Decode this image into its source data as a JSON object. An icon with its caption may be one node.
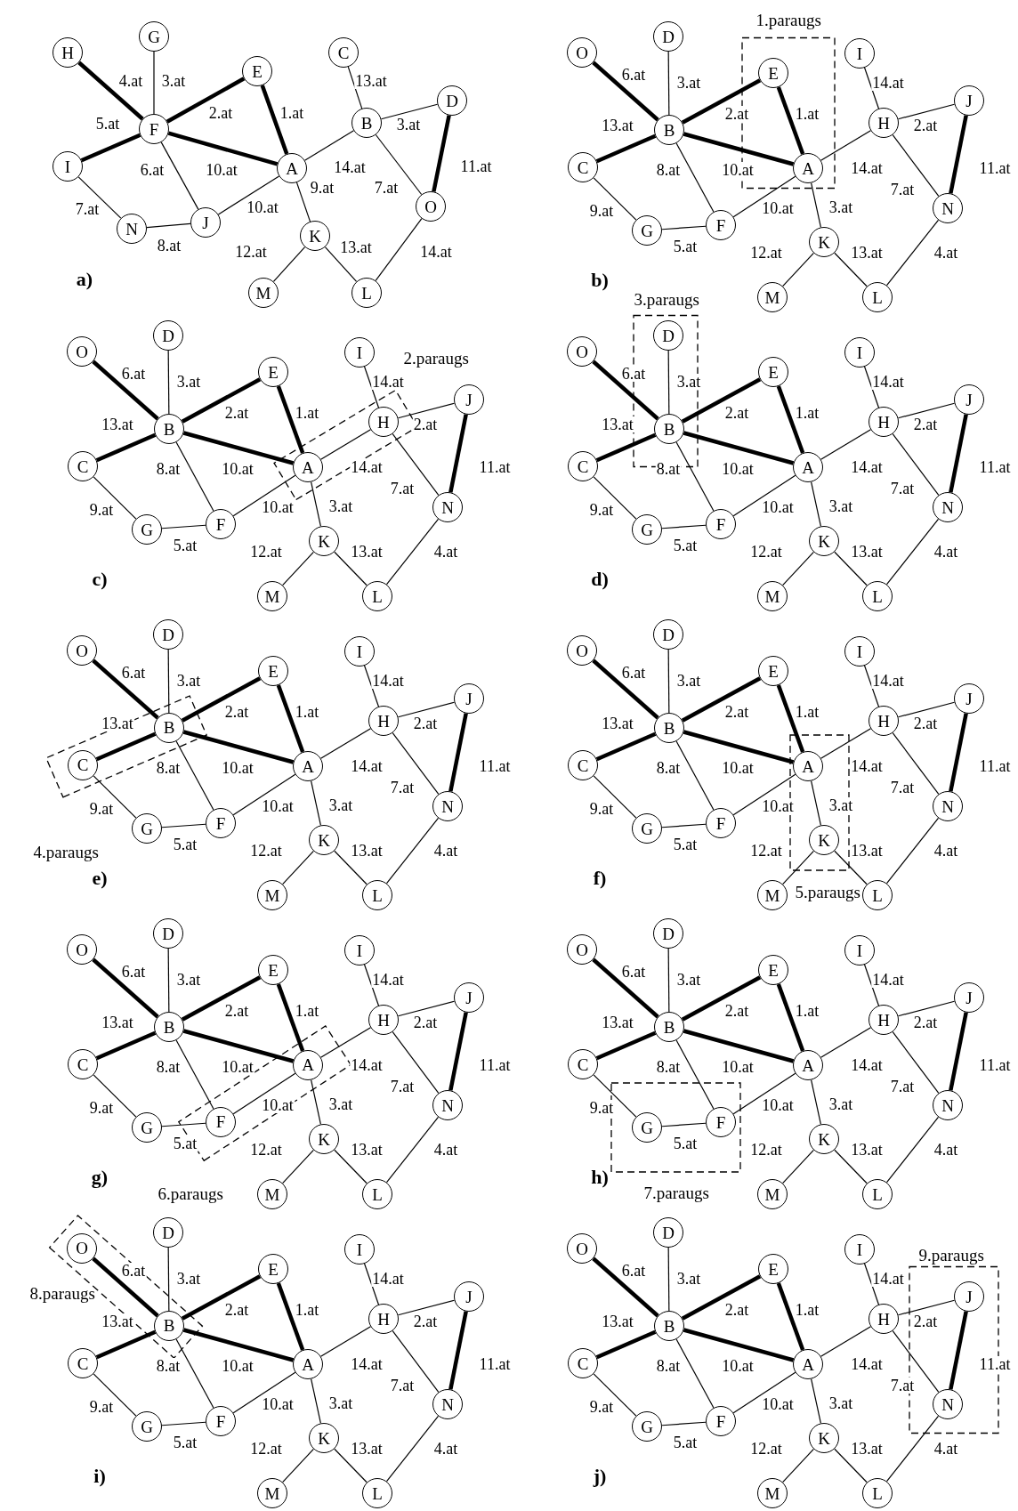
{
  "diagram": {
    "nodes": [
      {
        "text": [
          "G"
        ]
      },
      {
        "text": [
          "H"
        ]
      },
      {
        "text": [
          "C"
        ]
      },
      {
        "text": [
          "E"
        ]
      },
      {
        "text": [
          "D"
        ]
      },
      {
        "text": [
          "F"
        ]
      },
      {
        "text": [
          "B"
        ]
      },
      {
        "text": [
          "I"
        ]
      },
      {
        "text": [
          "A"
        ]
      },
      {
        "text": [
          "O"
        ]
      },
      {
        "text": [
          "N"
        ]
      },
      {
        "text": [
          "J"
        ]
      },
      {
        "text": [
          "K"
        ]
      },
      {
        "text": [
          "M"
        ]
      },
      {
        "text": [
          "L"
        ]
      },
      {
        "text": [
          "1.paraugs"
        ]
      },
      {
        "text": [
          "D"
        ]
      },
      {
        "text": [
          "O"
        ]
      },
      {
        "text": [
          "I"
        ]
      },
      {
        "text": [
          "E"
        ],
        "in": 15
      },
      {
        "text": [
          "B"
        ]
      },
      {
        "text": [
          "H"
        ]
      },
      {
        "text": [
          "J"
        ]
      },
      {
        "text": [
          "C"
        ]
      },
      {
        "text": [
          "A"
        ],
        "in": 15
      },
      {
        "text": [
          "G"
        ]
      },
      {
        "text": [
          "F"
        ]
      },
      {
        "text": [
          "N"
        ]
      },
      {
        "text": [
          "K"
        ]
      },
      {
        "text": [
          "M"
        ]
      },
      {
        "text": [
          "L"
        ]
      },
      {
        "text": [
          "2.paraugs"
        ]
      },
      {
        "text": [
          "D"
        ]
      },
      {
        "text": [
          "O"
        ]
      },
      {
        "text": [
          "I"
        ]
      },
      {
        "text": [
          "E"
        ]
      },
      {
        "text": [
          "B"
        ]
      },
      {
        "text": [
          "H"
        ],
        "in": 31
      },
      {
        "text": [
          "J"
        ]
      },
      {
        "text": [
          "C"
        ]
      },
      {
        "text": [
          "A"
        ],
        "in": 31
      },
      {
        "text": [
          "G"
        ]
      },
      {
        "text": [
          "F"
        ]
      },
      {
        "text": [
          "N"
        ]
      },
      {
        "text": [
          "K"
        ]
      },
      {
        "text": [
          "M"
        ]
      },
      {
        "text": [
          "L"
        ]
      },
      {
        "text": [
          "3.paraugs"
        ]
      },
      {
        "text": [
          "D"
        ],
        "in": 47
      },
      {
        "text": [
          "O"
        ]
      },
      {
        "text": [
          "I"
        ]
      },
      {
        "text": [
          "E"
        ]
      },
      {
        "text": [
          "B"
        ],
        "in": 47
      },
      {
        "text": [
          "H"
        ]
      },
      {
        "text": [
          "J"
        ]
      },
      {
        "text": [
          "C"
        ]
      },
      {
        "text": [
          "A"
        ]
      },
      {
        "text": [
          "G"
        ]
      },
      {
        "text": [
          "F"
        ]
      },
      {
        "text": [
          "N"
        ]
      },
      {
        "text": [
          "K"
        ]
      },
      {
        "text": [
          "M"
        ]
      },
      {
        "text": [
          "L"
        ]
      },
      {
        "text": [
          "4.paraugs"
        ]
      },
      {
        "text": [
          "D"
        ]
      },
      {
        "text": [
          "O"
        ]
      },
      {
        "text": [
          "I"
        ]
      },
      {
        "text": [
          "E"
        ]
      },
      {
        "text": [
          "B"
        ],
        "in": 63
      },
      {
        "text": [
          "H"
        ]
      },
      {
        "text": [
          "J"
        ]
      },
      {
        "text": [
          "C"
        ],
        "in": 63
      },
      {
        "text": [
          "A"
        ]
      },
      {
        "text": [
          "G"
        ]
      },
      {
        "text": [
          "F"
        ]
      },
      {
        "text": [
          "N"
        ]
      },
      {
        "text": [
          "K"
        ]
      },
      {
        "text": [
          "M"
        ]
      },
      {
        "text": [
          "L"
        ]
      },
      {
        "text": [
          "5.paraugs"
        ]
      },
      {
        "text": [
          "D"
        ]
      },
      {
        "text": [
          "O"
        ]
      },
      {
        "text": [
          "I"
        ]
      },
      {
        "text": [
          "E"
        ]
      },
      {
        "text": [
          "B"
        ]
      },
      {
        "text": [
          "H"
        ]
      },
      {
        "text": [
          "J"
        ]
      },
      {
        "text": [
          "C"
        ]
      },
      {
        "text": [
          "A"
        ],
        "in": 79
      },
      {
        "text": [
          "G"
        ]
      },
      {
        "text": [
          "F"
        ]
      },
      {
        "text": [
          "N"
        ]
      },
      {
        "text": [
          "K"
        ],
        "in": 79
      },
      {
        "text": [
          "M"
        ]
      },
      {
        "text": [
          "L"
        ]
      },
      {
        "text": [
          "6.paraugs"
        ]
      },
      {
        "text": [
          "D"
        ]
      },
      {
        "text": [
          "O"
        ]
      },
      {
        "text": [
          "I"
        ]
      },
      {
        "text": [
          "E"
        ]
      },
      {
        "text": [
          "B"
        ]
      },
      {
        "text": [
          "H"
        ]
      },
      {
        "text": [
          "J"
        ]
      },
      {
        "text": [
          "C"
        ]
      },
      {
        "text": [
          "A"
        ],
        "in": 95
      },
      {
        "text": [
          "G"
        ]
      },
      {
        "text": [
          "F"
        ],
        "in": 95
      },
      {
        "text": [
          "N"
        ]
      },
      {
        "text": [
          "K"
        ]
      },
      {
        "text": [
          "M"
        ]
      },
      {
        "text": [
          "L"
        ]
      },
      {
        "text": [
          "7.paraugs"
        ]
      },
      {
        "text": [
          "D"
        ]
      },
      {
        "text": [
          "O"
        ]
      },
      {
        "text": [
          "I"
        ]
      },
      {
        "text": [
          "E"
        ]
      },
      {
        "text": [
          "B"
        ]
      },
      {
        "text": [
          "H"
        ]
      },
      {
        "text": [
          "J"
        ]
      },
      {
        "text": [
          "C"
        ]
      },
      {
        "text": [
          "A"
        ]
      },
      {
        "text": [
          "G"
        ],
        "in": 111
      },
      {
        "text": [
          "F"
        ],
        "in": 111
      },
      {
        "text": [
          "N"
        ]
      },
      {
        "text": [
          "K"
        ]
      },
      {
        "text": [
          "M"
        ]
      },
      {
        "text": [
          "L"
        ]
      },
      {
        "text": [
          "8.paraugs"
        ]
      },
      {
        "text": [
          "D"
        ]
      },
      {
        "text": [
          "O"
        ],
        "in": 127
      },
      {
        "text": [
          "I"
        ]
      },
      {
        "text": [
          "E"
        ]
      },
      {
        "text": [
          "B"
        ],
        "in": 127
      },
      {
        "text": [
          "H"
        ]
      },
      {
        "text": [
          "J"
        ]
      },
      {
        "text": [
          "C"
        ]
      },
      {
        "text": [
          "A"
        ]
      },
      {
        "text": [
          "G"
        ]
      },
      {
        "text": [
          "F"
        ]
      },
      {
        "text": [
          "N"
        ]
      },
      {
        "text": [
          "K"
        ]
      },
      {
        "text": [
          "M"
        ]
      },
      {
        "text": [
          "L"
        ]
      },
      {
        "text": [
          "9.paraugs"
        ]
      },
      {
        "text": [
          "D"
        ]
      },
      {
        "text": [
          "O"
        ]
      },
      {
        "text": [
          "I"
        ]
      },
      {
        "text": [
          "E"
        ]
      },
      {
        "text": [
          "B"
        ]
      },
      {
        "text": [
          "H"
        ]
      },
      {
        "text": [
          "J"
        ],
        "in": 143
      },
      {
        "text": [
          "C"
        ]
      },
      {
        "text": [
          "A"
        ]
      },
      {
        "text": [
          "G"
        ]
      },
      {
        "text": [
          "F"
        ]
      },
      {
        "text": [
          "N"
        ],
        "in": 143
      },
      {
        "text": [
          "K"
        ]
      },
      {
        "text": [
          "M"
        ]
      },
      {
        "text": [
          "L"
        ]
      }
    ],
    "edges": [
      {
        "from": 1,
        "to": 5,
        "arrow": "none",
        "label": "4.at",
        "style": "thick"
      },
      {
        "from": 0,
        "to": 5,
        "arrow": "none",
        "label": "3.at"
      },
      {
        "from": 3,
        "to": 5,
        "arrow": "none",
        "label": "2.at",
        "style": "thick"
      },
      {
        "from": 7,
        "to": 5,
        "arrow": "none",
        "label": "5.at",
        "style": "thick"
      },
      {
        "from": 5,
        "to": 8,
        "arrow": "none",
        "label": "10.at",
        "style": "thick"
      },
      {
        "from": 3,
        "to": 8,
        "arrow": "none",
        "label": "1.at",
        "style": "thick"
      },
      {
        "from": 5,
        "to": 11,
        "arrow": "none",
        "label": "6.at"
      },
      {
        "from": 7,
        "to": 10,
        "arrow": "none",
        "label": "7.at"
      },
      {
        "from": 10,
        "to": 11,
        "arrow": "none",
        "label": "8.at"
      },
      {
        "from": 11,
        "to": 8,
        "arrow": "none",
        "label": "10.at"
      },
      {
        "from": 8,
        "to": 6,
        "arrow": "none",
        "label": "14.at"
      },
      {
        "from": 2,
        "to": 6,
        "arrow": "none",
        "label": "13.at"
      },
      {
        "from": 6,
        "to": 4,
        "arrow": "none",
        "label": "3.at"
      },
      {
        "from": 6,
        "to": 9,
        "arrow": "none",
        "label": "7.at"
      },
      {
        "from": 4,
        "to": 9,
        "arrow": "none",
        "label": "11.at",
        "style": "thick"
      },
      {
        "from": 8,
        "to": 12,
        "arrow": "none",
        "label": "9.at"
      },
      {
        "from": 12,
        "to": 13,
        "arrow": "none",
        "label": "12.at"
      },
      {
        "from": 12,
        "to": 14,
        "arrow": "none",
        "label": "13.at"
      },
      {
        "from": 14,
        "to": 9,
        "arrow": "none",
        "label": "14.at"
      },
      {
        "from": 17,
        "to": 20,
        "arrow": "none",
        "label": "6.at",
        "style": "thick"
      },
      {
        "from": 16,
        "to": 20,
        "arrow": "none",
        "label": "3.at"
      },
      {
        "from": 19,
        "to": 20,
        "arrow": "none",
        "label": "2.at",
        "style": "thick"
      },
      {
        "from": 23,
        "to": 20,
        "arrow": "none",
        "label": "13.at",
        "style": "thick"
      },
      {
        "from": 20,
        "to": 24,
        "arrow": "none",
        "label": "10.at",
        "style": "thick"
      },
      {
        "from": 19,
        "to": 24,
        "arrow": "none",
        "label": "1.at",
        "style": "thick"
      },
      {
        "from": 20,
        "to": 26,
        "arrow": "none",
        "label": "8.at"
      },
      {
        "from": 23,
        "to": 25,
        "arrow": "none",
        "label": "9.at"
      },
      {
        "from": 25,
        "to": 26,
        "arrow": "none",
        "label": "5.at"
      },
      {
        "from": 26,
        "to": 24,
        "arrow": "none",
        "label": "10.at"
      },
      {
        "from": 24,
        "to": 21,
        "arrow": "none",
        "label": "14.at"
      },
      {
        "from": 21,
        "to": 18,
        "arrow": "none",
        "label": "14.at"
      },
      {
        "from": 21,
        "to": 22,
        "arrow": "none",
        "label": "2.at"
      },
      {
        "from": 21,
        "to": 27,
        "arrow": "none",
        "label": "7.at"
      },
      {
        "from": 22,
        "to": 27,
        "arrow": "none",
        "label": "11.at",
        "style": "thick"
      },
      {
        "from": 24,
        "to": 28,
        "arrow": "none",
        "label": "3.at"
      },
      {
        "from": 28,
        "to": 29,
        "arrow": "none",
        "label": "12.at"
      },
      {
        "from": 28,
        "to": 30,
        "arrow": "none",
        "label": "13.at"
      },
      {
        "from": 30,
        "to": 27,
        "arrow": "none",
        "label": "4.at"
      },
      {
        "from": 33,
        "to": 36,
        "arrow": "none",
        "label": "6.at",
        "style": "thick"
      },
      {
        "from": 32,
        "to": 36,
        "arrow": "none",
        "label": "3.at"
      },
      {
        "from": 35,
        "to": 36,
        "arrow": "none",
        "label": "2.at",
        "style": "thick"
      },
      {
        "from": 39,
        "to": 36,
        "arrow": "none",
        "label": "13.at",
        "style": "thick"
      },
      {
        "from": 36,
        "to": 40,
        "arrow": "none",
        "label": "10.at",
        "style": "thick"
      },
      {
        "from": 35,
        "to": 40,
        "arrow": "none",
        "label": "1.at",
        "style": "thick"
      },
      {
        "from": 36,
        "to": 42,
        "arrow": "none",
        "label": "8.at"
      },
      {
        "from": 39,
        "to": 41,
        "arrow": "none",
        "label": "9.at"
      },
      {
        "from": 41,
        "to": 42,
        "arrow": "none",
        "label": "5.at"
      },
      {
        "from": 42,
        "to": 40,
        "arrow": "none",
        "label": "10.at"
      },
      {
        "from": 40,
        "to": 37,
        "arrow": "none",
        "label": "14.at"
      },
      {
        "from": 37,
        "to": 34,
        "arrow": "none",
        "label": "14.at"
      },
      {
        "from": 37,
        "to": 38,
        "arrow": "none",
        "label": "2.at"
      },
      {
        "from": 37,
        "to": 43,
        "arrow": "none",
        "label": "7.at"
      },
      {
        "from": 38,
        "to": 43,
        "arrow": "none",
        "label": "11.at",
        "style": "thick"
      },
      {
        "from": 40,
        "to": 44,
        "arrow": "none",
        "label": "3.at"
      },
      {
        "from": 44,
        "to": 45,
        "arrow": "none",
        "label": "12.at"
      },
      {
        "from": 44,
        "to": 46,
        "arrow": "none",
        "label": "13.at"
      },
      {
        "from": 46,
        "to": 43,
        "arrow": "none",
        "label": "4.at"
      },
      {
        "from": 49,
        "to": 52,
        "arrow": "none",
        "label": "6.at",
        "style": "thick"
      },
      {
        "from": 48,
        "to": 52,
        "arrow": "none",
        "label": "3.at"
      },
      {
        "from": 51,
        "to": 52,
        "arrow": "none",
        "label": "2.at",
        "style": "thick"
      },
      {
        "from": 55,
        "to": 52,
        "arrow": "none",
        "label": "13.at",
        "style": "thick"
      },
      {
        "from": 52,
        "to": 56,
        "arrow": "none",
        "label": "10.at",
        "style": "thick"
      },
      {
        "from": 51,
        "to": 56,
        "arrow": "none",
        "label": "1.at",
        "style": "thick"
      },
      {
        "from": 52,
        "to": 58,
        "arrow": "none",
        "label": "8.at"
      },
      {
        "from": 55,
        "to": 57,
        "arrow": "none",
        "label": "9.at"
      },
      {
        "from": 57,
        "to": 58,
        "arrow": "none",
        "label": "5.at"
      },
      {
        "from": 58,
        "to": 56,
        "arrow": "none",
        "label": "10.at"
      },
      {
        "from": 56,
        "to": 53,
        "arrow": "none",
        "label": "14.at"
      },
      {
        "from": 53,
        "to": 50,
        "arrow": "none",
        "label": "14.at"
      },
      {
        "from": 53,
        "to": 54,
        "arrow": "none",
        "label": "2.at"
      },
      {
        "from": 53,
        "to": 59,
        "arrow": "none",
        "label": "7.at"
      },
      {
        "from": 54,
        "to": 59,
        "arrow": "none",
        "label": "11.at",
        "style": "thick"
      },
      {
        "from": 56,
        "to": 60,
        "arrow": "none",
        "label": "3.at"
      },
      {
        "from": 60,
        "to": 61,
        "arrow": "none",
        "label": "12.at"
      },
      {
        "from": 60,
        "to": 62,
        "arrow": "none",
        "label": "13.at"
      },
      {
        "from": 62,
        "to": 59,
        "arrow": "none",
        "label": "4.at"
      },
      {
        "from": 65,
        "to": 68,
        "arrow": "none",
        "label": "6.at",
        "style": "thick"
      },
      {
        "from": 64,
        "to": 68,
        "arrow": "none",
        "label": "3.at"
      },
      {
        "from": 67,
        "to": 68,
        "arrow": "none",
        "label": "2.at",
        "style": "thick"
      },
      {
        "from": 71,
        "to": 68,
        "arrow": "none",
        "label": "13.at",
        "style": "thick"
      },
      {
        "from": 68,
        "to": 72,
        "arrow": "none",
        "label": "10.at",
        "style": "thick"
      },
      {
        "from": 67,
        "to": 72,
        "arrow": "none",
        "label": "1.at",
        "style": "thick"
      },
      {
        "from": 68,
        "to": 74,
        "arrow": "none",
        "label": "8.at"
      },
      {
        "from": 71,
        "to": 73,
        "arrow": "none",
        "label": "9.at"
      },
      {
        "from": 73,
        "to": 74,
        "arrow": "none",
        "label": "5.at"
      },
      {
        "from": 74,
        "to": 72,
        "arrow": "none",
        "label": "10.at"
      },
      {
        "from": 72,
        "to": 69,
        "arrow": "none",
        "label": "14.at"
      },
      {
        "from": 69,
        "to": 66,
        "arrow": "none",
        "label": "14.at"
      },
      {
        "from": 69,
        "to": 70,
        "arrow": "none",
        "label": "2.at"
      },
      {
        "from": 69,
        "to": 75,
        "arrow": "none",
        "label": "7.at"
      },
      {
        "from": 70,
        "to": 75,
        "arrow": "none",
        "label": "11.at",
        "style": "thick"
      },
      {
        "from": 72,
        "to": 76,
        "arrow": "none",
        "label": "3.at"
      },
      {
        "from": 76,
        "to": 77,
        "arrow": "none",
        "label": "12.at"
      },
      {
        "from": 76,
        "to": 78,
        "arrow": "none",
        "label": "13.at"
      },
      {
        "from": 78,
        "to": 75,
        "arrow": "none",
        "label": "4.at"
      },
      {
        "from": 81,
        "to": 84,
        "arrow": "none",
        "label": "6.at",
        "style": "thick"
      },
      {
        "from": 80,
        "to": 84,
        "arrow": "none",
        "label": "3.at"
      },
      {
        "from": 83,
        "to": 84,
        "arrow": "none",
        "label": "2.at",
        "style": "thick"
      },
      {
        "from": 87,
        "to": 84,
        "arrow": "none",
        "label": "13.at",
        "style": "thick"
      },
      {
        "from": 84,
        "to": 88,
        "arrow": "none",
        "label": "10.at",
        "style": "thick"
      },
      {
        "from": 83,
        "to": 88,
        "arrow": "none",
        "label": "1.at",
        "style": "thick"
      },
      {
        "from": 84,
        "to": 90,
        "arrow": "none",
        "label": "8.at"
      },
      {
        "from": 87,
        "to": 89,
        "arrow": "none",
        "label": "9.at"
      },
      {
        "from": 89,
        "to": 90,
        "arrow": "none",
        "label": "5.at"
      },
      {
        "from": 90,
        "to": 88,
        "arrow": "none",
        "label": "10.at"
      },
      {
        "from": 88,
        "to": 85,
        "arrow": "none",
        "label": "14.at"
      },
      {
        "from": 85,
        "to": 82,
        "arrow": "none",
        "label": "14.at"
      },
      {
        "from": 85,
        "to": 86,
        "arrow": "none",
        "label": "2.at"
      },
      {
        "from": 85,
        "to": 91,
        "arrow": "none",
        "label": "7.at"
      },
      {
        "from": 86,
        "to": 91,
        "arrow": "none",
        "label": "11.at",
        "style": "thick"
      },
      {
        "from": 88,
        "to": 92,
        "arrow": "none",
        "label": "3.at"
      },
      {
        "from": 92,
        "to": 93,
        "arrow": "none",
        "label": "12.at"
      },
      {
        "from": 92,
        "to": 94,
        "arrow": "none",
        "label": "13.at"
      },
      {
        "from": 94,
        "to": 91,
        "arrow": "none",
        "label": "4.at"
      },
      {
        "from": 97,
        "to": 100,
        "arrow": "none",
        "label": "6.at",
        "style": "thick"
      },
      {
        "from": 96,
        "to": 100,
        "arrow": "none",
        "label": "3.at"
      },
      {
        "from": 99,
        "to": 100,
        "arrow": "none",
        "label": "2.at",
        "style": "thick"
      },
      {
        "from": 103,
        "to": 100,
        "arrow": "none",
        "label": "13.at",
        "style": "thick"
      },
      {
        "from": 100,
        "to": 104,
        "arrow": "none",
        "label": "10.at",
        "style": "thick"
      },
      {
        "from": 99,
        "to": 104,
        "arrow": "none",
        "label": "1.at",
        "style": "thick"
      },
      {
        "from": 100,
        "to": 106,
        "arrow": "none",
        "label": "8.at"
      },
      {
        "from": 103,
        "to": 105,
        "arrow": "none",
        "label": "9.at"
      },
      {
        "from": 105,
        "to": 106,
        "arrow": "none",
        "label": "5.at"
      },
      {
        "from": 106,
        "to": 104,
        "arrow": "none",
        "label": "10.at"
      },
      {
        "from": 104,
        "to": 101,
        "arrow": "none",
        "label": "14.at"
      },
      {
        "from": 101,
        "to": 98,
        "arrow": "none",
        "label": "14.at"
      },
      {
        "from": 101,
        "to": 102,
        "arrow": "none",
        "label": "2.at"
      },
      {
        "from": 101,
        "to": 107,
        "arrow": "none",
        "label": "7.at"
      },
      {
        "from": 102,
        "to": 107,
        "arrow": "none",
        "label": "11.at",
        "style": "thick"
      },
      {
        "from": 104,
        "to": 108,
        "arrow": "none",
        "label": "3.at"
      },
      {
        "from": 108,
        "to": 109,
        "arrow": "none",
        "label": "12.at"
      },
      {
        "from": 108,
        "to": 110,
        "arrow": "none",
        "label": "13.at"
      },
      {
        "from": 110,
        "to": 107,
        "arrow": "none",
        "label": "4.at"
      },
      {
        "from": 113,
        "to": 116,
        "arrow": "none",
        "label": "6.at",
        "style": "thick"
      },
      {
        "from": 112,
        "to": 116,
        "arrow": "none",
        "label": "3.at"
      },
      {
        "from": 115,
        "to": 116,
        "arrow": "none",
        "label": "2.at",
        "style": "thick"
      },
      {
        "from": 119,
        "to": 116,
        "arrow": "none",
        "label": "13.at",
        "style": "thick"
      },
      {
        "from": 116,
        "to": 120,
        "arrow": "none",
        "label": "10.at",
        "style": "thick"
      },
      {
        "from": 115,
        "to": 120,
        "arrow": "none",
        "label": "1.at",
        "style": "thick"
      },
      {
        "from": 116,
        "to": 122,
        "arrow": "none",
        "label": "8.at"
      },
      {
        "from": 119,
        "to": 121,
        "arrow": "none",
        "label": "9.at"
      },
      {
        "from": 121,
        "to": 122,
        "arrow": "none",
        "label": "5.at"
      },
      {
        "from": 122,
        "to": 120,
        "arrow": "none",
        "label": "10.at"
      },
      {
        "from": 120,
        "to": 117,
        "arrow": "none",
        "label": "14.at"
      },
      {
        "from": 117,
        "to": 114,
        "arrow": "none",
        "label": "14.at"
      },
      {
        "from": 117,
        "to": 118,
        "arrow": "none",
        "label": "2.at"
      },
      {
        "from": 117,
        "to": 123,
        "arrow": "none",
        "label": "7.at"
      },
      {
        "from": 118,
        "to": 123,
        "arrow": "none",
        "label": "11.at",
        "style": "thick"
      },
      {
        "from": 120,
        "to": 124,
        "arrow": "none",
        "label": "3.at"
      },
      {
        "from": 124,
        "to": 125,
        "arrow": "none",
        "label": "12.at"
      },
      {
        "from": 124,
        "to": 126,
        "arrow": "none",
        "label": "13.at"
      },
      {
        "from": 126,
        "to": 123,
        "arrow": "none",
        "label": "4.at"
      },
      {
        "from": 129,
        "to": 132,
        "arrow": "none",
        "label": "6.at",
        "style": "thick"
      },
      {
        "from": 128,
        "to": 132,
        "arrow": "none",
        "label": "3.at"
      },
      {
        "from": 131,
        "to": 132,
        "arrow": "none",
        "label": "2.at",
        "style": "thick"
      },
      {
        "from": 135,
        "to": 132,
        "arrow": "none",
        "label": "13.at",
        "style": "thick"
      },
      {
        "from": 132,
        "to": 136,
        "arrow": "none",
        "label": "10.at",
        "style": "thick"
      },
      {
        "from": 131,
        "to": 136,
        "arrow": "none",
        "label": "1.at",
        "style": "thick"
      },
      {
        "from": 132,
        "to": 138,
        "arrow": "none",
        "label": "8.at"
      },
      {
        "from": 135,
        "to": 137,
        "arrow": "none",
        "label": "9.at"
      },
      {
        "from": 137,
        "to": 138,
        "arrow": "none",
        "label": "5.at"
      },
      {
        "from": 138,
        "to": 136,
        "arrow": "none",
        "label": "10.at"
      },
      {
        "from": 136,
        "to": 133,
        "arrow": "none",
        "label": "14.at"
      },
      {
        "from": 133,
        "to": 130,
        "arrow": "none",
        "label": "14.at"
      },
      {
        "from": 133,
        "to": 134,
        "arrow": "none",
        "label": "2.at"
      },
      {
        "from": 133,
        "to": 139,
        "arrow": "none",
        "label": "7.at"
      },
      {
        "from": 134,
        "to": 139,
        "arrow": "none",
        "label": "11.at",
        "style": "thick"
      },
      {
        "from": 136,
        "to": 140,
        "arrow": "none",
        "label": "3.at"
      },
      {
        "from": 140,
        "to": 141,
        "arrow": "none",
        "label": "12.at"
      },
      {
        "from": 140,
        "to": 142,
        "arrow": "none",
        "label": "13.at"
      },
      {
        "from": 142,
        "to": 139,
        "arrow": "none",
        "label": "4.at"
      },
      {
        "from": 145,
        "to": 148,
        "arrow": "none",
        "label": "6.at",
        "style": "thick"
      },
      {
        "from": 144,
        "to": 148,
        "arrow": "none",
        "label": "3.at"
      },
      {
        "from": 147,
        "to": 148,
        "arrow": "none",
        "label": "2.at",
        "style": "thick"
      },
      {
        "from": 151,
        "to": 148,
        "arrow": "none",
        "label": "13.at",
        "style": "thick"
      },
      {
        "from": 148,
        "to": 152,
        "arrow": "none",
        "label": "10.at",
        "style": "thick"
      },
      {
        "from": 147,
        "to": 152,
        "arrow": "none",
        "label": "1.at",
        "style": "thick"
      },
      {
        "from": 148,
        "to": 154,
        "arrow": "none",
        "label": "8.at"
      },
      {
        "from": 151,
        "to": 153,
        "arrow": "none",
        "label": "9.at"
      },
      {
        "from": 153,
        "to": 154,
        "arrow": "none",
        "label": "5.at"
      },
      {
        "from": 154,
        "to": 152,
        "arrow": "none",
        "label": "10.at"
      },
      {
        "from": 152,
        "to": 149,
        "arrow": "none",
        "label": "14.at"
      },
      {
        "from": 149,
        "to": 146,
        "arrow": "none",
        "label": "14.at"
      },
      {
        "from": 149,
        "to": 150,
        "arrow": "none",
        "label": "2.at"
      },
      {
        "from": 149,
        "to": 155,
        "arrow": "none",
        "label": "7.at"
      },
      {
        "from": 150,
        "to": 155,
        "arrow": "none",
        "label": "11.at",
        "style": "thick"
      },
      {
        "from": 152,
        "to": 156,
        "arrow": "none",
        "label": "3.at"
      },
      {
        "from": 156,
        "to": 157,
        "arrow": "none",
        "label": "12.at"
      },
      {
        "from": 156,
        "to": 158,
        "arrow": "none",
        "label": "13.at"
      },
      {
        "from": 158,
        "to": 155,
        "arrow": "none",
        "label": "4.at"
      }
    ],
    "labels": [
      "a)",
      "b)",
      "c)",
      "d)",
      "e)",
      "f)",
      "g)",
      "h)",
      "i)",
      "j)"
    ]
  }
}
